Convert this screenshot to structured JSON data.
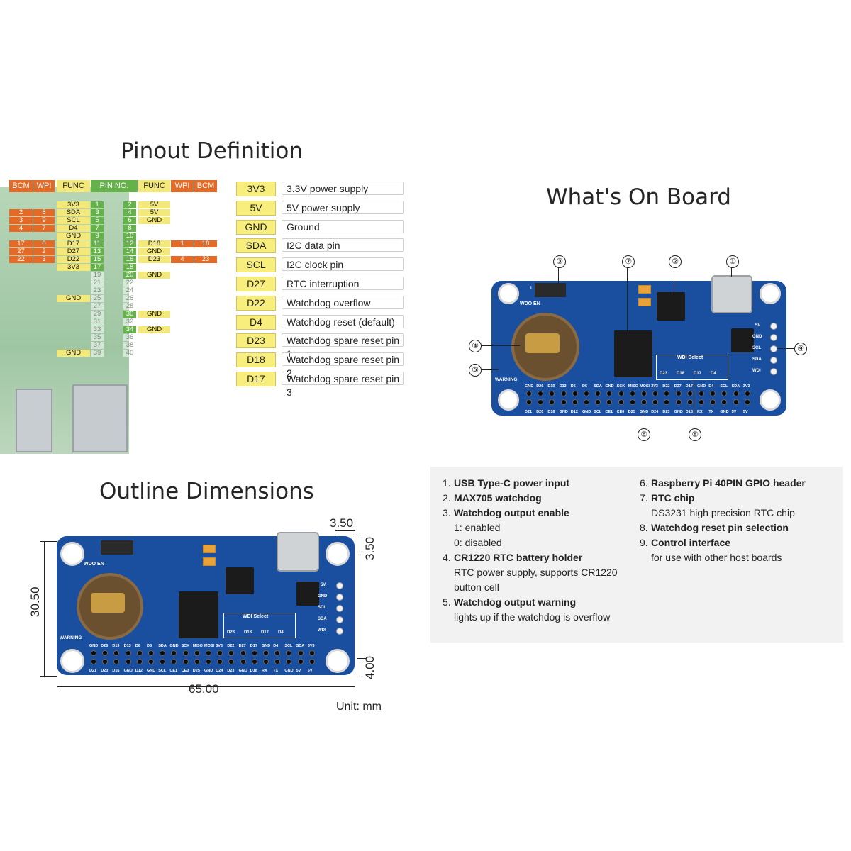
{
  "titles": {
    "pinout": "Pinout Definition",
    "board": "What's On Board",
    "dimensions": "Outline Dimensions"
  },
  "pin_table": {
    "headers": {
      "bcm_left": "BCM",
      "wpi_left": "WPI",
      "func_left": "FUNC",
      "pin_no": "PIN NO.",
      "func_right": "FUNC",
      "wpi_right": "WPI",
      "bcm_right": "BCM"
    },
    "rows": [
      {
        "bcm_l": "",
        "wpi_l": "",
        "func_l": "3V3",
        "pin_l": "1",
        "pin_r": "2",
        "func_r": "5V",
        "wpi_r": "",
        "bcm_r": "",
        "active": true
      },
      {
        "bcm_l": "2",
        "wpi_l": "8",
        "func_l": "SDA",
        "pin_l": "3",
        "pin_r": "4",
        "func_r": "5V",
        "wpi_r": "",
        "bcm_r": "",
        "active": true
      },
      {
        "bcm_l": "3",
        "wpi_l": "9",
        "func_l": "SCL",
        "pin_l": "5",
        "pin_r": "6",
        "func_r": "GND",
        "wpi_r": "",
        "bcm_r": "",
        "active": true
      },
      {
        "bcm_l": "4",
        "wpi_l": "7",
        "func_l": "D4",
        "pin_l": "7",
        "pin_r": "8",
        "func_r": "",
        "wpi_r": "",
        "bcm_r": "",
        "active": true
      },
      {
        "bcm_l": "",
        "wpi_l": "",
        "func_l": "GND",
        "pin_l": "9",
        "pin_r": "10",
        "func_r": "",
        "wpi_r": "",
        "bcm_r": "",
        "active": true
      },
      {
        "bcm_l": "17",
        "wpi_l": "0",
        "func_l": "D17",
        "pin_l": "11",
        "pin_r": "12",
        "func_r": "D18",
        "wpi_r": "1",
        "bcm_r": "18",
        "active": true
      },
      {
        "bcm_l": "27",
        "wpi_l": "2",
        "func_l": "D27",
        "pin_l": "13",
        "pin_r": "14",
        "func_r": "GND",
        "wpi_r": "",
        "bcm_r": "",
        "active": true
      },
      {
        "bcm_l": "22",
        "wpi_l": "3",
        "func_l": "D22",
        "pin_l": "15",
        "pin_r": "16",
        "func_r": "D23",
        "wpi_r": "4",
        "bcm_r": "23",
        "active": true
      },
      {
        "bcm_l": "",
        "wpi_l": "",
        "func_l": "3V3",
        "pin_l": "17",
        "pin_r": "18",
        "func_r": "",
        "wpi_r": "",
        "bcm_r": "",
        "active": true
      },
      {
        "bcm_l": "",
        "wpi_l": "",
        "func_l": "",
        "pin_l": "19",
        "pin_r": "20",
        "func_r": "GND",
        "wpi_r": "",
        "bcm_r": "",
        "active": false
      },
      {
        "bcm_l": "",
        "wpi_l": "",
        "func_l": "",
        "pin_l": "21",
        "pin_r": "22",
        "func_r": "",
        "wpi_r": "",
        "bcm_r": "",
        "active": false
      },
      {
        "bcm_l": "",
        "wpi_l": "",
        "func_l": "",
        "pin_l": "23",
        "pin_r": "24",
        "func_r": "",
        "wpi_r": "",
        "bcm_r": "",
        "active": false
      },
      {
        "bcm_l": "",
        "wpi_l": "",
        "func_l": "GND",
        "pin_l": "25",
        "pin_r": "26",
        "func_r": "",
        "wpi_r": "",
        "bcm_r": "",
        "active": false
      },
      {
        "bcm_l": "",
        "wpi_l": "",
        "func_l": "",
        "pin_l": "27",
        "pin_r": "28",
        "func_r": "",
        "wpi_r": "",
        "bcm_r": "",
        "active": false
      },
      {
        "bcm_l": "",
        "wpi_l": "",
        "func_l": "",
        "pin_l": "29",
        "pin_r": "30",
        "func_r": "GND",
        "wpi_r": "",
        "bcm_r": "",
        "active": false
      },
      {
        "bcm_l": "",
        "wpi_l": "",
        "func_l": "",
        "pin_l": "31",
        "pin_r": "32",
        "func_r": "",
        "wpi_r": "",
        "bcm_r": "",
        "active": false
      },
      {
        "bcm_l": "",
        "wpi_l": "",
        "func_l": "",
        "pin_l": "33",
        "pin_r": "34",
        "func_r": "GND",
        "wpi_r": "",
        "bcm_r": "",
        "active": false
      },
      {
        "bcm_l": "",
        "wpi_l": "",
        "func_l": "",
        "pin_l": "35",
        "pin_r": "36",
        "func_r": "",
        "wpi_r": "",
        "bcm_r": "",
        "active": false
      },
      {
        "bcm_l": "",
        "wpi_l": "",
        "func_l": "",
        "pin_l": "37",
        "pin_r": "38",
        "func_r": "",
        "wpi_r": "",
        "bcm_r": "",
        "active": false
      },
      {
        "bcm_l": "",
        "wpi_l": "",
        "func_l": "GND",
        "pin_l": "39",
        "pin_r": "40",
        "func_r": "",
        "wpi_r": "",
        "bcm_r": "",
        "active": false
      }
    ]
  },
  "legend": [
    {
      "key": "3V3",
      "value": "3.3V power supply"
    },
    {
      "key": "5V",
      "value": "5V power supply"
    },
    {
      "key": "GND",
      "value": "Ground"
    },
    {
      "key": "SDA",
      "value": "I2C data pin"
    },
    {
      "key": "SCL",
      "value": "I2C clock pin"
    },
    {
      "key": "D27",
      "value": "RTC interruption"
    },
    {
      "key": "D22",
      "value": "Watchdog overflow"
    },
    {
      "key": "D4",
      "value": "Watchdog reset (default)"
    },
    {
      "key": "D23",
      "value": "Watchdog spare reset pin 1"
    },
    {
      "key": "D18",
      "value": "Watchdog spare reset pin 2"
    },
    {
      "key": "D17",
      "value": "Watchdog spare reset pin 3"
    }
  ],
  "board_silk": {
    "wdo_en": "WDO EN",
    "warning": "WARNING",
    "wdi_select": "WDI Select",
    "wdi_pins": [
      "D23",
      "D18",
      "D17",
      "D4"
    ],
    "wdi_top_pins": [
      "D23",
      "D18",
      "D17",
      "D4"
    ],
    "switch_label": "1",
    "side_pins": [
      "5V",
      "GND",
      "SCL",
      "SDA",
      "WDI"
    ],
    "header_top": [
      "GND",
      "D26",
      "D19",
      "D13",
      "D6",
      "D5",
      "SDA",
      "GND",
      "SCK",
      "MISO",
      "MOSI",
      "3V3",
      "D22",
      "D27",
      "D17",
      "GND",
      "D4",
      "SCL",
      "SDA",
      "3V3"
    ],
    "header_bottom": [
      "D21",
      "D20",
      "D16",
      "GND",
      "D12",
      "GND",
      "SCL",
      "CE1",
      "CE0",
      "D25",
      "GND",
      "D24",
      "D23",
      "GND",
      "D18",
      "RX",
      "TX",
      "GND",
      "5V",
      "5V"
    ]
  },
  "callouts": [
    "①",
    "②",
    "③",
    "④",
    "⑤",
    "⑥",
    "⑦",
    "⑧",
    "⑨"
  ],
  "dimensions": {
    "width": "65.00",
    "height": "30.50",
    "hole_offset_x": "3.50",
    "hole_offset_y": "3.50",
    "bottom_offset": "4.00",
    "unit": "Unit: mm"
  },
  "features_left": [
    {
      "num": "1.",
      "title": "USB Type-C power input",
      "sub": []
    },
    {
      "num": "2.",
      "title": "MAX705 watchdog",
      "sub": []
    },
    {
      "num": "3.",
      "title": "Watchdog output enable",
      "sub": [
        "1: enabled",
        "0: disabled"
      ]
    },
    {
      "num": "4.",
      "title": "CR1220 RTC battery holder",
      "sub": [
        "RTC power supply, supports CR1220",
        "button cell"
      ]
    },
    {
      "num": "5.",
      "title": "Watchdog output warning",
      "sub": [
        "lights up if the watchdog is overflow"
      ]
    }
  ],
  "features_right": [
    {
      "num": "6.",
      "title": "Raspberry Pi 40PIN GPIO header",
      "sub": []
    },
    {
      "num": "7.",
      "title": "RTC chip",
      "sub": [
        "DS3231 high precision RTC chip"
      ]
    },
    {
      "num": "8.",
      "title": "Watchdog reset pin selection",
      "sub": []
    },
    {
      "num": "9.",
      "title": "Control interface",
      "sub": [
        "for use with other host boards"
      ]
    }
  ],
  "colors": {
    "board": "#1a4fa0",
    "orange": "#e36b27",
    "yellow": "#f3e87a",
    "green": "#66b24a"
  }
}
